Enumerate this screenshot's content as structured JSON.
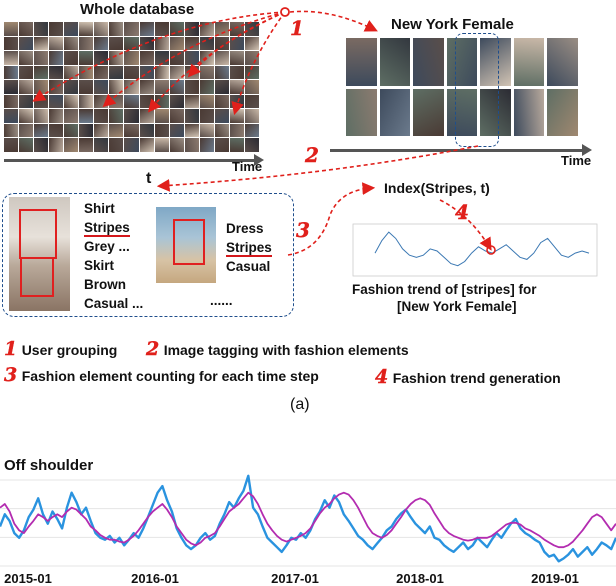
{
  "top": {
    "whole_database": "Whole database",
    "new_york_female": "New York Female",
    "time1": "Time",
    "time2": "Time",
    "t": "t",
    "index": "Index(Stripes, t)",
    "step1": "1",
    "step2": "2",
    "step3": "3",
    "step4": "4",
    "trend_caption_line1": "Fashion trend of [stripes] for",
    "trend_caption_line2": "[New York Female]"
  },
  "tags_left": [
    "Shirt",
    "Stripes",
    "Grey ...",
    "Skirt",
    "Brown",
    "Casual ..."
  ],
  "tags_right": [
    "Dress",
    "Stripes",
    "Casual",
    "......"
  ],
  "legend": [
    {
      "num": "1",
      "text": "User grouping"
    },
    {
      "num": "2",
      "text": "Image tagging with fashion elements"
    },
    {
      "num": "3",
      "text": "Fashion element counting for each time step"
    },
    {
      "num": "4",
      "text": "Fashion trend generation"
    }
  ],
  "caption": "(a)",
  "chart_data": {
    "type": "line",
    "title": "Off shoulder",
    "x_tick_labels": [
      "2015-01",
      "2016-01",
      "2017-01",
      "2018-01",
      "2019-01"
    ],
    "series": [
      {
        "values": [
          0.42,
          0.55,
          0.48,
          0.35,
          0.3,
          0.38,
          0.52,
          0.6,
          0.72,
          0.55,
          0.45,
          0.58,
          0.5,
          0.4,
          0.62,
          0.78,
          0.68,
          0.55,
          0.62,
          0.48,
          0.35,
          0.3,
          0.28,
          0.32,
          0.25,
          0.3,
          0.22,
          0.28,
          0.35,
          0.3,
          0.4,
          0.52,
          0.65,
          0.78,
          0.85,
          0.7,
          0.58,
          0.4,
          0.3,
          0.22,
          0.18,
          0.22,
          0.3,
          0.35,
          0.28,
          0.32,
          0.45,
          0.55,
          0.68,
          0.62,
          0.72,
          0.8,
          0.96,
          0.62,
          0.55,
          0.42,
          0.3,
          0.25,
          0.2,
          0.15,
          0.22,
          0.3,
          0.28,
          0.35,
          0.3,
          0.38,
          0.5,
          0.58,
          0.7,
          0.62,
          0.75,
          0.68,
          0.55,
          0.48,
          0.4,
          0.32,
          0.28,
          0.22,
          0.18,
          0.24,
          0.3,
          0.38,
          0.42,
          0.5,
          0.56,
          0.6,
          0.52,
          0.45,
          0.4,
          0.35,
          0.42,
          0.3,
          0.28,
          0.22,
          0.18,
          0.15,
          0.2,
          0.25,
          0.18,
          0.22,
          0.3,
          0.25,
          0.2,
          0.28,
          0.35,
          0.3,
          0.38,
          0.45,
          0.5,
          0.4,
          0.35,
          0.32,
          0.28,
          0.25,
          0.15,
          0.1,
          0.12,
          0.05,
          0.08,
          0.12,
          0.18,
          0.1,
          0.15,
          0.2,
          0.12,
          0.18,
          0.25,
          0.22,
          0.18,
          0.3
        ]
      },
      {
        "values": [
          0.62,
          0.66,
          0.58,
          0.45,
          0.38,
          0.35,
          0.42,
          0.48,
          0.55,
          0.52,
          0.48,
          0.52,
          0.55,
          0.52,
          0.58,
          0.62,
          0.6,
          0.55,
          0.5,
          0.42,
          0.38,
          0.33,
          0.3,
          0.28,
          0.28,
          0.26,
          0.25,
          0.28,
          0.32,
          0.38,
          0.45,
          0.52,
          0.58,
          0.62,
          0.66,
          0.6,
          0.52,
          0.42,
          0.35,
          0.28,
          0.24,
          0.22,
          0.25,
          0.3,
          0.32,
          0.35,
          0.42,
          0.5,
          0.58,
          0.62,
          0.66,
          0.72,
          0.78,
          0.74,
          0.66,
          0.55,
          0.45,
          0.38,
          0.32,
          0.28,
          0.26,
          0.28,
          0.3,
          0.32,
          0.35,
          0.4,
          0.48,
          0.56,
          0.62,
          0.66,
          0.72,
          0.76,
          0.78,
          0.76,
          0.7,
          0.62,
          0.52,
          0.42,
          0.35,
          0.32,
          0.3,
          0.33,
          0.38,
          0.45,
          0.52,
          0.6,
          0.66,
          0.7,
          0.72,
          0.7,
          0.65,
          0.56,
          0.48,
          0.4,
          0.35,
          0.32,
          0.3,
          0.28,
          0.27,
          0.28,
          0.3,
          0.3,
          0.3,
          0.32,
          0.36,
          0.4,
          0.44,
          0.46,
          0.46,
          0.44,
          0.4,
          0.38,
          0.35,
          0.32,
          0.28,
          0.25,
          0.22,
          0.2,
          0.2,
          0.22,
          0.26,
          0.32,
          0.38,
          0.45,
          0.52,
          0.55,
          0.52,
          0.45,
          0.38,
          0.45
        ]
      }
    ],
    "colors": {
      "series1": "#2a93df",
      "series2": "#b32cb0"
    },
    "grid": true
  }
}
